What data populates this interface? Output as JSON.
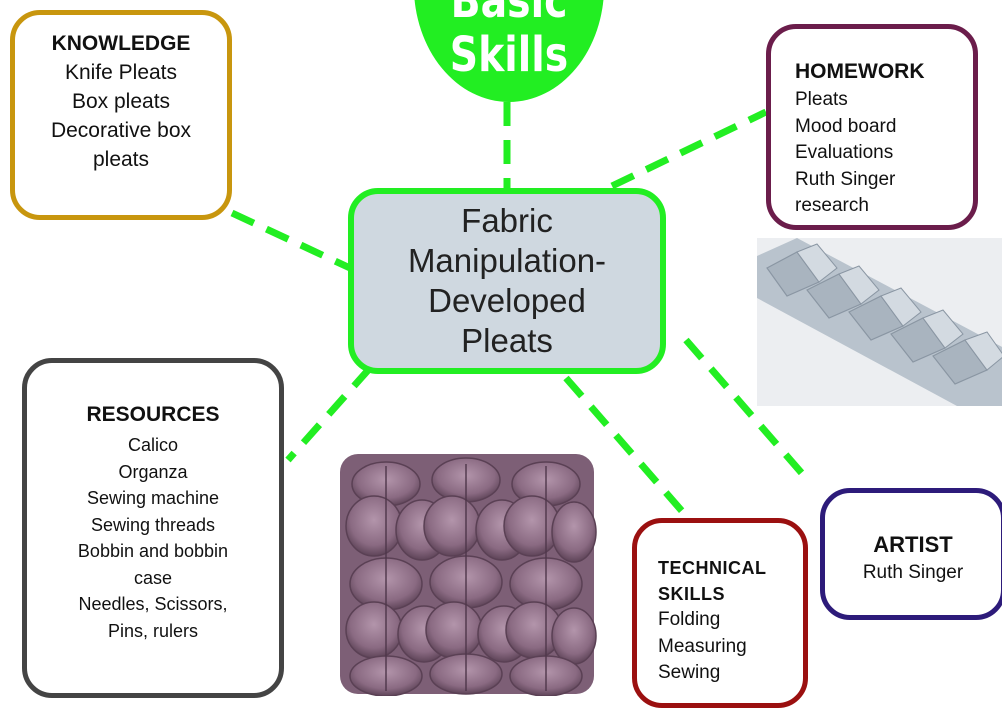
{
  "center": {
    "lines": [
      "Fabric",
      "Manipulation-",
      "Developed",
      "Pleats"
    ]
  },
  "top_circle": {
    "lines": [
      "Basic",
      "Skills"
    ]
  },
  "knowledge": {
    "title": "KNOWLEDGE",
    "items": [
      "Knife Pleats",
      "Box pleats",
      "Decorative box",
      "pleats"
    ]
  },
  "homework": {
    "title": "HOMEWORK",
    "items": [
      "Pleats",
      "Mood board",
      "Evaluations",
      "Ruth Singer",
      "research"
    ]
  },
  "resources": {
    "title": "RESOURCES",
    "items": [
      "Calico",
      "Organza",
      "Sewing machine",
      "Sewing threads",
      "Bobbin and bobbin",
      "case",
      "Needles, Scissors,",
      "Pins, rulers"
    ]
  },
  "technical_skills": {
    "title_lines": [
      "TECHNICAL",
      "SKILLS"
    ],
    "items": [
      "Folding",
      "Measuring",
      "Sewing"
    ]
  },
  "artist": {
    "title": "ARTIST",
    "items": [
      "Ruth Singer"
    ]
  },
  "colors": {
    "connector": "#22ee22",
    "center_fill": "#cfd8e0",
    "knowledge_border": "#c8960e",
    "homework_border": "#6b1d4b",
    "resources_border": "#444444",
    "technical_border": "#9b1010",
    "artist_border": "#2d1b7a",
    "fabric_purple": "#8a6a82"
  }
}
